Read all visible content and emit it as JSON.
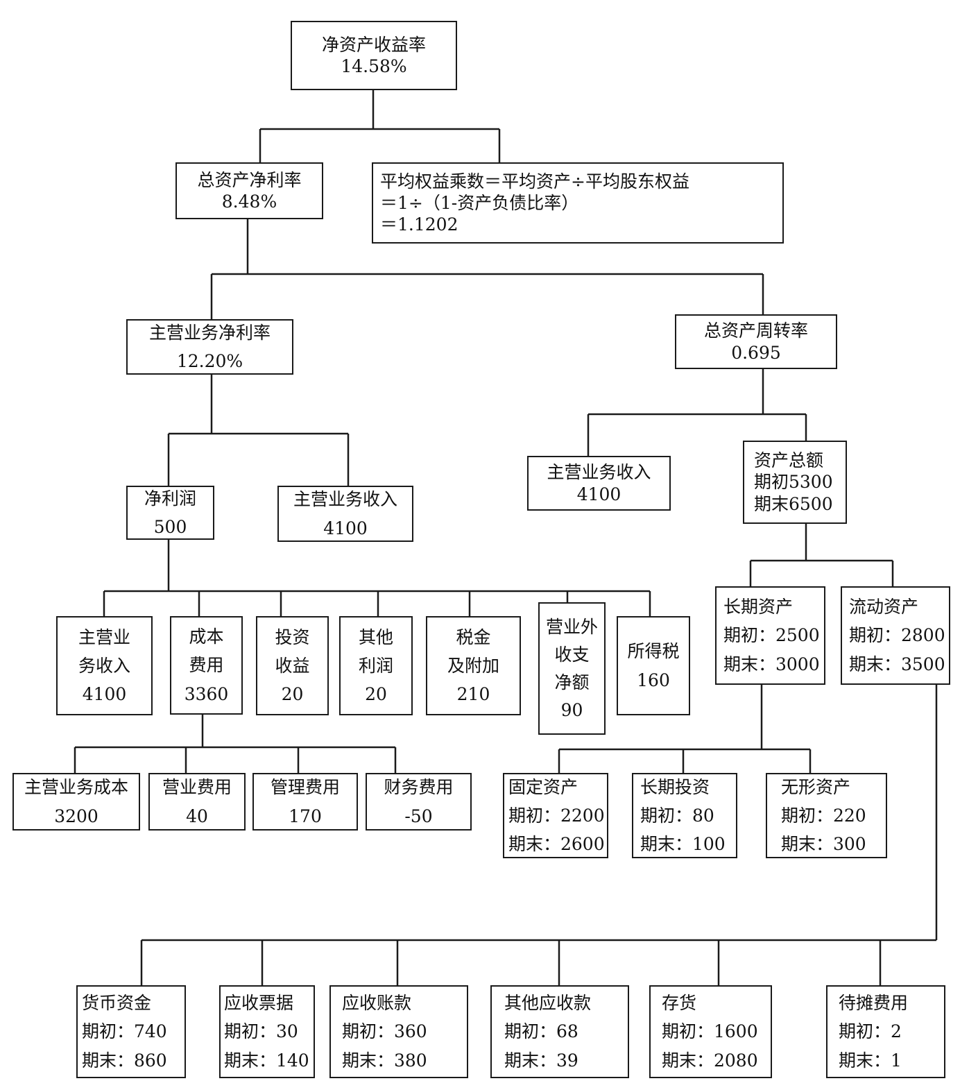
{
  "nodes": {
    "roe": {
      "title": "净资产收益率",
      "value": "14.58%"
    },
    "roa": {
      "title": "总资产净利率",
      "value": "8.48%"
    },
    "equity_mult": {
      "line1": "平均权益乘数＝平均资产÷平均股东权益",
      "line2": "＝1÷（1-资产负债比率）",
      "line3": "＝1.1202"
    },
    "net_margin": {
      "title": "主营业务净利率",
      "value": "12.20%"
    },
    "asset_turnover": {
      "title": "总资产周转率",
      "value": "0.695"
    },
    "net_profit": {
      "title": "净利润",
      "value": "500"
    },
    "revenue_a": {
      "title": "主营业务收入",
      "value": "4100"
    },
    "revenue_b": {
      "title": "主营业务收入",
      "value": "4100"
    },
    "total_assets": {
      "title": "资产总额",
      "begin": "期初5300",
      "end": "期末6500"
    },
    "revenue_c": {
      "line1": "主营业",
      "line2": "务收入",
      "value": "4100"
    },
    "cost_expense": {
      "line1": "成本",
      "line2": "费用",
      "value": "3360"
    },
    "invest_income": {
      "line1": "投资",
      "line2": "收益",
      "value": "20"
    },
    "other_profit": {
      "line1": "其他",
      "line2": "利润",
      "value": "20"
    },
    "tax_surcharge": {
      "line1": "税金",
      "line2": "及附加",
      "value": "210"
    },
    "non_operating": {
      "line1": "营业外",
      "line2": "收支",
      "line3": "净额",
      "value": "90"
    },
    "income_tax": {
      "title": "所得税",
      "value": "160"
    },
    "long_assets": {
      "title": "长期资产",
      "begin": "期初：2500",
      "end": "期末：3000"
    },
    "current_assets": {
      "title": "流动资产",
      "begin": "期初：2800",
      "end": "期末：3500"
    },
    "cogs": {
      "title": "主营业务成本",
      "value": "3200"
    },
    "selling_exp": {
      "title": "营业费用",
      "value": "40"
    },
    "admin_exp": {
      "title": "管理费用",
      "value": "170"
    },
    "finance_exp": {
      "title": "财务费用",
      "value": "-50"
    },
    "fixed_assets": {
      "title": "固定资产",
      "begin": "期初：2200",
      "end": "期末：2600"
    },
    "long_invest": {
      "title": "长期投资",
      "begin": "期初：80",
      "end": "期末：100"
    },
    "intangible": {
      "title": "无形资产",
      "begin": "期初：220",
      "end": "期末：300"
    },
    "cash": {
      "title": "货币资金",
      "begin": "期初：740",
      "end": "期末：860"
    },
    "notes_recv": {
      "title": "应收票据",
      "begin": "期初：30",
      "end": "期末：140"
    },
    "accounts_recv": {
      "title": "应收账款",
      "begin": "期初：360",
      "end": "期末：380"
    },
    "other_recv": {
      "title": "其他应收款",
      "begin": "期初：68",
      "end": "期末：39"
    },
    "inventory": {
      "title": "存货",
      "begin": "期初：1600",
      "end": "期末：2080"
    },
    "prepaid": {
      "title": "待摊费用",
      "begin": "期初：2",
      "end": "期末：1"
    }
  },
  "colors": {
    "line": "#1a1a1a",
    "background": "#ffffff",
    "text": "#111111"
  }
}
